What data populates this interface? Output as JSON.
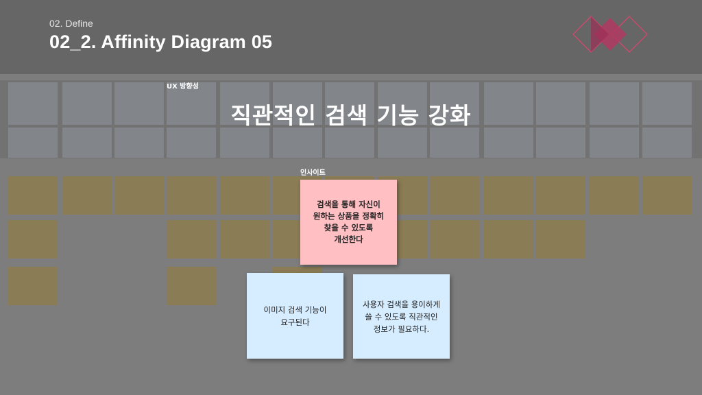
{
  "header": {
    "kicker": "02. Define",
    "title": "02_2. Affinity Diagram 05"
  },
  "direction": {
    "label": "UX 방향성",
    "title": "직관적인 검색 기능 강화"
  },
  "insight": {
    "label": "인사이트",
    "pink_note": "검색을 통해 자신이\n원하는 상품을 정확히\n찾을 수 있도록\n개선한다"
  },
  "notes": {
    "left": "이미지 검색 기능이\n요구된다",
    "right": "사용자 검색을 용이하게\n쓸 수 있도록 직관적인\n정보가 필요하다."
  },
  "colors": {
    "pink": "#ffbfc3",
    "light_blue": "#d6ecff",
    "logo": "#e0436f"
  }
}
